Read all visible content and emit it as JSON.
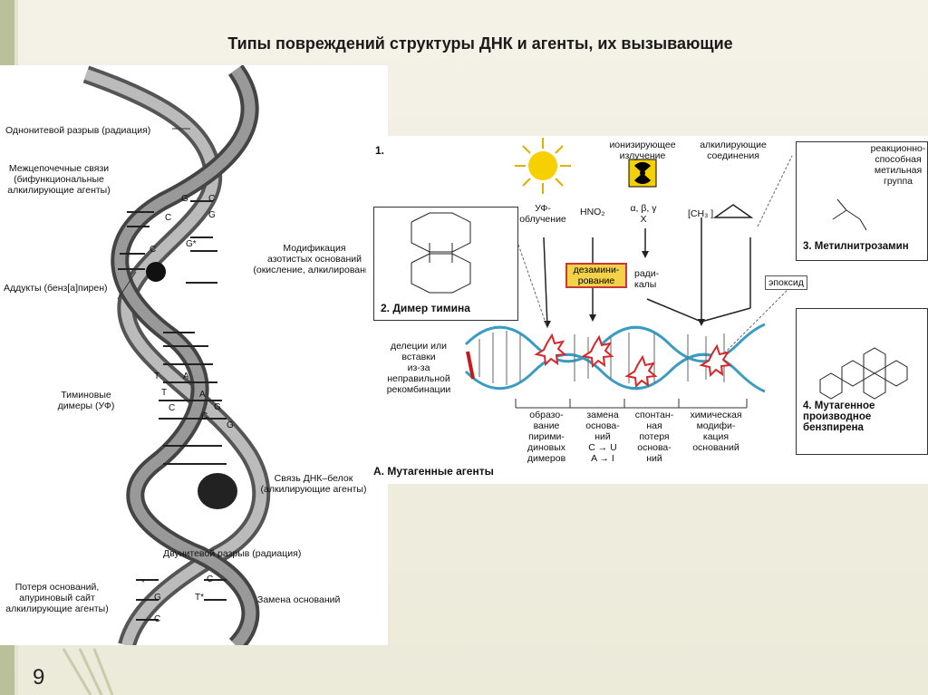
{
  "slide": {
    "title": "Типы повреждений структуры ДНК и агенты, их вызывающие",
    "page_number": "9"
  },
  "left_figure": {
    "labels": {
      "single_strand_break": "Однонитевой разрыв (радиация)",
      "interstrand_links": "Межцепочечные связи\n(бифункциональные\nалкилирующие агенты)",
      "base_modification": "Модификация\nазотистых оснований\n(окисление, алкилирование",
      "adducts": "Аддукты (бенз[а]пирен)",
      "thymine_dimers": "Тиминовые\nдимеры (УФ)",
      "dna_protein_link": "Связь ДНК–белок\n(алкилирующие агенты)",
      "double_strand_break": "Двунитевой разрыв (радиация)",
      "base_loss": "Потеря оснований,\nапуриновый сайт\nалкилирующие агенты)",
      "base_substitution": "Замена оснований"
    },
    "bases": [
      "G",
      "C",
      "C",
      "G",
      "C",
      "G*",
      "T",
      "T",
      "A",
      "A",
      "C",
      "C",
      "G",
      "G",
      "*",
      "G",
      "C",
      "C",
      "T*"
    ]
  },
  "right_figure": {
    "section_number": "1.",
    "agents": {
      "uv": "УФ-\nоблучение",
      "hno2": "HNO₂",
      "ionizing": "ионизирующее\nизлучение",
      "ionizing_types": "α, β, γ\nX",
      "alkylating": "алкилирующие\nсоединения",
      "ch3": "[CH₃ ]",
      "deamination": "дезамини-\nрование",
      "radicals": "ради-\nкалы",
      "epoxide": "эпоксид"
    },
    "box2_title": "2. Димер тимина",
    "box3_title": "3. Метилнитрозамин",
    "box3_note": "реакционно-\nспособная\nметильная\nгруппа",
    "box4_title": "4. Мутагенное\nпроизводное\nбензпирена",
    "deletions": "делеции или\nвставки\nиз-за\nнеправильной\nрекомбинации",
    "effects": [
      "образо-\nвание\nпирими-\nдиновых\nдимеров",
      "замена\nоснова-\nний\nC → U\nA → I",
      "спонтан-\nная\nпотеря\nоснова-\nний",
      "химическая\nмодифи-\nкация\nоснований"
    ],
    "caption": "А. Мутагенные агенты"
  }
}
